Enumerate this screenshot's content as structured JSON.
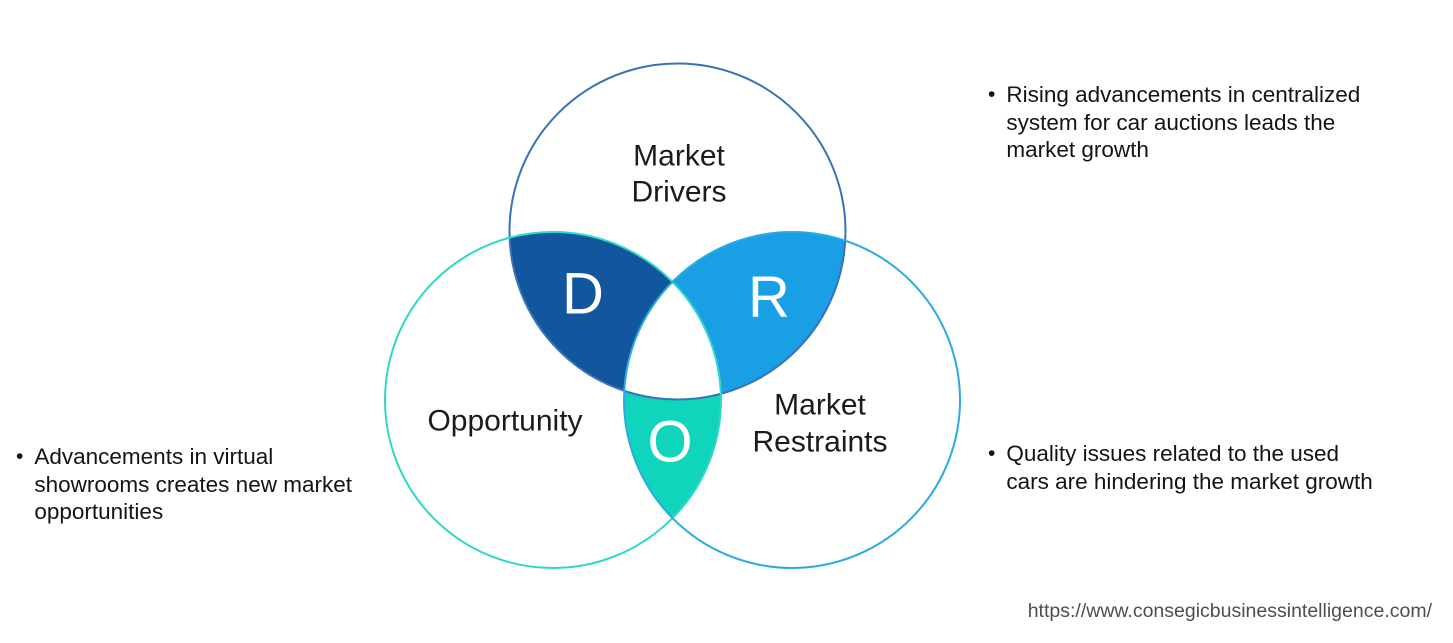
{
  "venn": {
    "circles": [
      {
        "name": "drivers",
        "label_lines": [
          "Market",
          "Drivers"
        ],
        "outline_color": "#3a72b8"
      },
      {
        "name": "opportunity",
        "label_lines": [
          "Opportunity"
        ],
        "outline_color": "#2fd8c6"
      },
      {
        "name": "restraints",
        "label_lines": [
          "Market",
          "Restraints"
        ],
        "outline_color": "#2baae2"
      }
    ],
    "intersections": {
      "drivers_opportunity": {
        "letter": "D",
        "fill": "#12579e",
        "letter_color": "#ffffff"
      },
      "drivers_restraints": {
        "letter": "R",
        "fill": "#189fe4",
        "letter_color": "#ffffff"
      },
      "opportunity_restraints": {
        "letter": "O",
        "fill": "#0fd5bd",
        "letter_color": "#ffffff"
      },
      "center_fill": "#ffffff"
    }
  },
  "annotations": [
    {
      "bullet": "•",
      "lines": [
        "Rising advancements in centralized",
        "system for car auctions leads the",
        "market growth"
      ]
    },
    {
      "bullet": "•",
      "lines": [
        "Advancements in virtual",
        "showrooms creates new market",
        "opportunities"
      ]
    },
    {
      "bullet": "•",
      "lines": [
        "Quality issues related to the used",
        "cars are hindering the market growth"
      ]
    }
  ],
  "footer": {
    "url": "https://www.consegicbusinessintelligence.com/"
  }
}
